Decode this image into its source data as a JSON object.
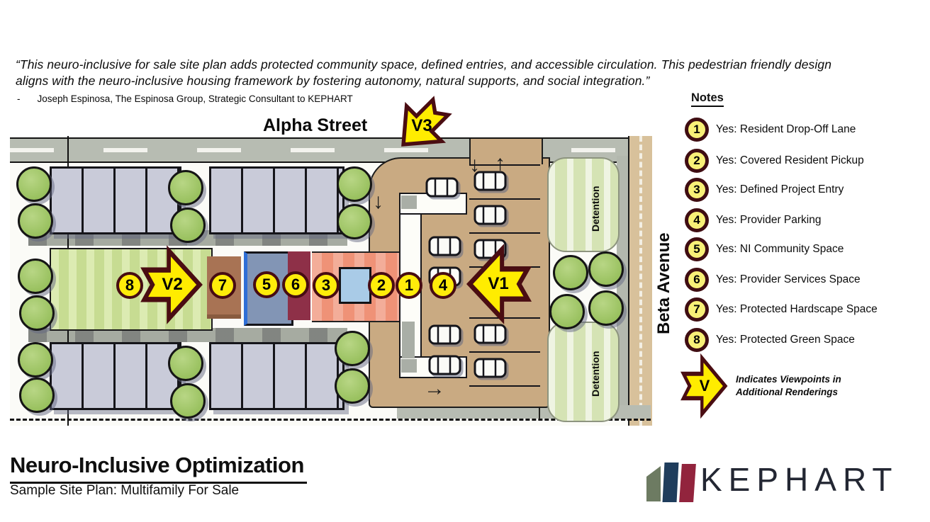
{
  "quote": {
    "text": "“This neuro-inclusive for sale site plan adds protected community space, defined entries, and accessible circulation. This pedestrian friendly design aligns with the neuro-inclusive housing framework by fostering autonomy, natural supports, and social integration.”",
    "attribution_bullet": "-",
    "attribution": "Joseph Espinosa, The Espinosa Group, Strategic Consultant to KEPHART"
  },
  "plan": {
    "alpha_street": "Alpha Street",
    "beta_avenue": "Beta Avenue",
    "detention_1": "Detention",
    "detention_2": "Detention",
    "markers": {
      "m1": "1",
      "m2": "2",
      "m3": "3",
      "m4": "4",
      "m5": "5",
      "m6": "6",
      "m7": "7",
      "m8": "8"
    },
    "viewpoints": {
      "v1": "V1",
      "v2": "V2",
      "v3": "V3"
    },
    "flow_arrows": {
      "down_mid": "↓",
      "down_entry": "↓",
      "up_entry": "↑",
      "right_exit": "→"
    }
  },
  "notes": {
    "title": "Notes",
    "items": [
      {
        "num": "1",
        "text": "Yes: Resident Drop-Off Lane"
      },
      {
        "num": "2",
        "text": "Yes: Covered Resident Pickup"
      },
      {
        "num": "3",
        "text": "Yes: Defined Project Entry"
      },
      {
        "num": "4",
        "text": "Yes: Provider Parking"
      },
      {
        "num": "5",
        "text": "Yes: NI Community Space"
      },
      {
        "num": "6",
        "text": "Yes: Provider Services Space"
      },
      {
        "num": "7",
        "text": "Yes: Protected Hardscape Space"
      },
      {
        "num": "8",
        "text": "Yes: Protected Green Space"
      }
    ],
    "legend": {
      "symbol": "V",
      "line1": "Indicates Viewpoints in",
      "line2": "Additional Renderings"
    }
  },
  "footer": {
    "title": "Neuro-Inclusive Optimization",
    "subtitle": "Sample Site Plan: Multifamily For Sale",
    "brand": "KEPHART"
  },
  "colors": {
    "viewpoint_yellow": "#ffec00",
    "marker_ring_maroon": "#470c12",
    "note_circle_fill": "#f8f077",
    "lawn_green": "#cfe3a0",
    "detention_green": "#d5e3b4",
    "parking_tan": "#c9aa82",
    "building_gray": "#c9cbd9",
    "community_blue": "#8295b5",
    "services_maroon": "#8e3048",
    "canopy_salmon": "#ef9277",
    "hardscape_brown": "#a87354",
    "logo_green": "#6d7b62",
    "logo_navy": "#1f3d5c",
    "logo_crimson": "#92243d"
  }
}
